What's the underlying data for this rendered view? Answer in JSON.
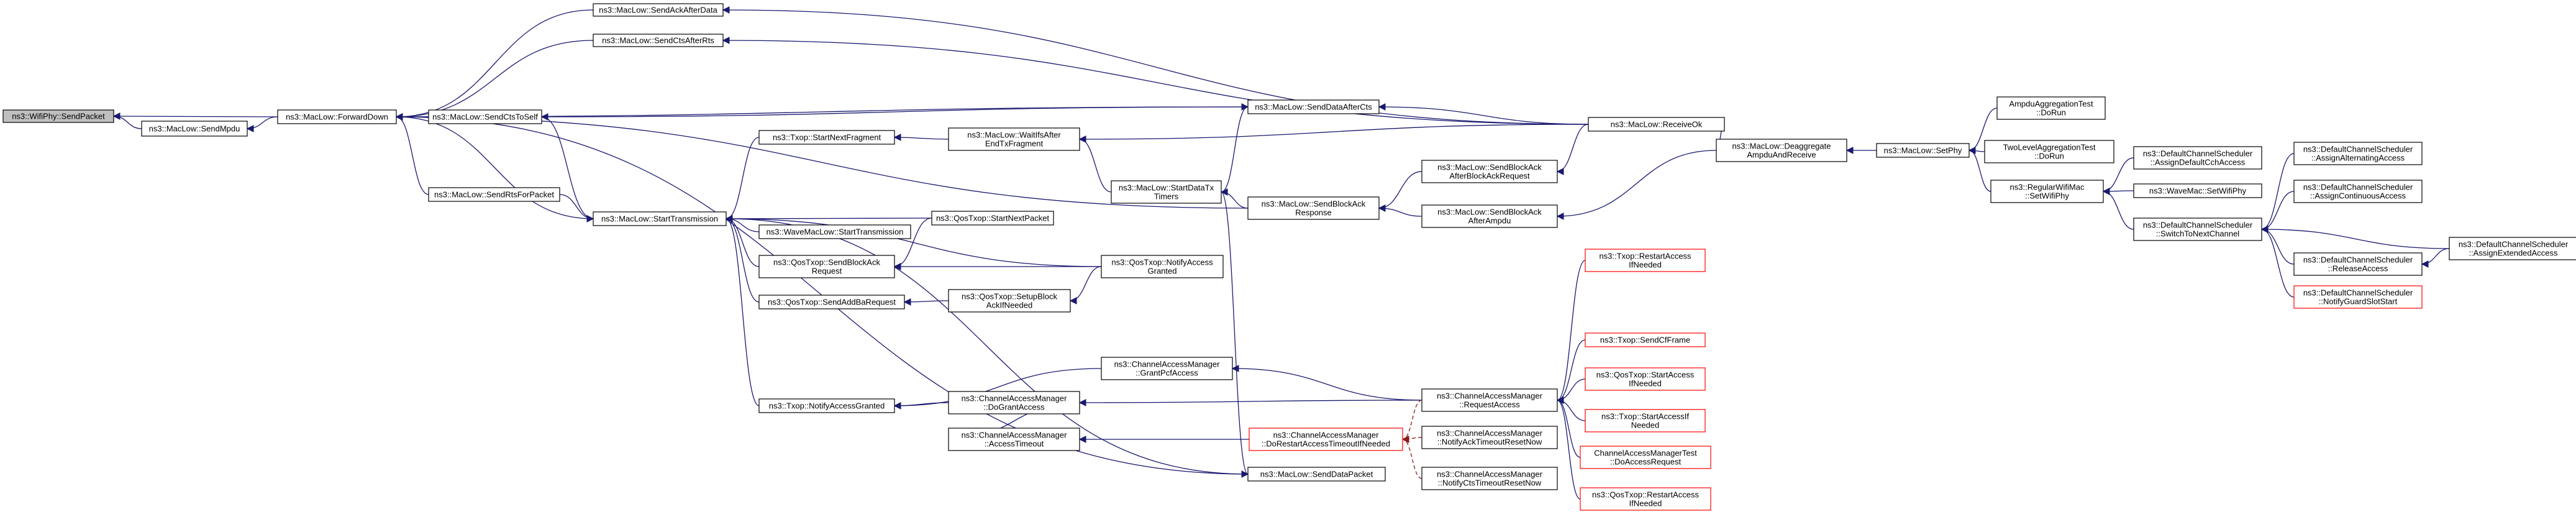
{
  "colors": {
    "edge": "#191970",
    "edge_dashed": "#8b1a1a",
    "node_border": "#000000",
    "truncated_border": "#ff0000",
    "root_fill": "#bfbfbf"
  },
  "nodes": [
    {
      "id": "n0",
      "lines": [
        "ns3::WifiPhy::SendPacket"
      ],
      "root": true
    },
    {
      "id": "n1",
      "lines": [
        "ns3::MacLow::SendMpdu"
      ]
    },
    {
      "id": "n2",
      "lines": [
        "ns3::MacLow::ForwardDown"
      ]
    },
    {
      "id": "n3",
      "lines": [
        "ns3::MacLow::SendAckAfterData"
      ]
    },
    {
      "id": "n4",
      "lines": [
        "ns3::MacLow::SendCtsAfterRts"
      ]
    },
    {
      "id": "n5",
      "lines": [
        "ns3::MacLow::SendCtsToSelf"
      ]
    },
    {
      "id": "n6",
      "lines": [
        "ns3::MacLow::SendRtsForPacket"
      ]
    },
    {
      "id": "n7",
      "lines": [
        "ns3::MacLow::StartTransmission"
      ]
    },
    {
      "id": "n8",
      "lines": [
        "ns3::Txop::StartNextFragment"
      ]
    },
    {
      "id": "n9",
      "lines": [
        "ns3::WaveMacLow::StartTransmission"
      ]
    },
    {
      "id": "n10",
      "lines": [
        "ns3::QosTxop::SendBlockAck",
        "Request"
      ]
    },
    {
      "id": "n11",
      "lines": [
        "ns3::QosTxop::SendAddBaRequest"
      ]
    },
    {
      "id": "n12",
      "lines": [
        "ns3::Txop::NotifyAccessGranted"
      ]
    },
    {
      "id": "n13",
      "lines": [
        "ns3::ChannelAccessManager",
        "::DoGrantAccess"
      ]
    },
    {
      "id": "n14",
      "lines": [
        "ns3::ChannelAccessManager",
        "::AccessTimeout"
      ]
    },
    {
      "id": "n15",
      "lines": [
        "ns3::MacLow::WaitIfsAfter",
        "EndTxFragment"
      ]
    },
    {
      "id": "n16",
      "lines": [
        "ns3::MacLow::StartDataTx",
        "Timers"
      ]
    },
    {
      "id": "n17",
      "lines": [
        "ns3::QosTxop::StartNextPacket"
      ]
    },
    {
      "id": "n18",
      "lines": [
        "ns3::QosTxop::NotifyAccess",
        "Granted"
      ]
    },
    {
      "id": "n19",
      "lines": [
        "ns3::QosTxop::SetupBlock",
        "AckIfNeeded"
      ]
    },
    {
      "id": "n20",
      "lines": [
        "ns3::ChannelAccessManager",
        "::GrantPcfAccess"
      ]
    },
    {
      "id": "n21",
      "lines": [
        "ns3::ChannelAccessManager",
        "::DoRestartAccessTimeoutIfNeeded"
      ],
      "truncated": true
    },
    {
      "id": "n22",
      "lines": [
        "ns3::MacLow::SendDataPacket"
      ]
    },
    {
      "id": "n23",
      "lines": [
        "ns3::MacLow::SendDataAfterCts"
      ]
    },
    {
      "id": "n24",
      "lines": [
        "ns3::MacLow::SendBlockAck",
        "Response"
      ]
    },
    {
      "id": "n25",
      "lines": [
        "ns3::MacLow::SendBlockAck",
        "AfterBlockAckRequest"
      ]
    },
    {
      "id": "n26",
      "lines": [
        "ns3::MacLow::SendBlockAck",
        "AfterAmpdu"
      ]
    },
    {
      "id": "n27",
      "lines": [
        "ns3::MacLow::ReceiveOk"
      ]
    },
    {
      "id": "n28",
      "lines": [
        "ns3::ChannelAccessManager",
        "::RequestAccess"
      ]
    },
    {
      "id": "n29",
      "lines": [
        "ns3::ChannelAccessManager",
        "::NotifyAckTimeoutResetNow"
      ]
    },
    {
      "id": "n30",
      "lines": [
        "ns3::ChannelAccessManager",
        "::NotifyCtsTimeoutResetNow"
      ]
    },
    {
      "id": "n31",
      "lines": [
        "ns3::Txop::RestartAccess",
        "IfNeeded"
      ],
      "truncated": true
    },
    {
      "id": "n32",
      "lines": [
        "ns3::Txop::SendCfFrame"
      ],
      "truncated": true
    },
    {
      "id": "n33",
      "lines": [
        "ns3::QosTxop::StartAccess",
        "IfNeeded"
      ],
      "truncated": true
    },
    {
      "id": "n34",
      "lines": [
        "ns3::Txop::StartAccessIf",
        "Needed"
      ],
      "truncated": true
    },
    {
      "id": "n35",
      "lines": [
        "ChannelAccessManagerTest",
        "::DoAccessRequest"
      ],
      "truncated": true
    },
    {
      "id": "n36",
      "lines": [
        "ns3::QosTxop::RestartAccess",
        "IfNeeded"
      ],
      "truncated": true
    },
    {
      "id": "n37",
      "lines": [
        "ns3::MacLow::Deaggregate",
        "AmpduAndReceive"
      ]
    },
    {
      "id": "n38",
      "lines": [
        "ns3::MacLow::SetPhy"
      ]
    },
    {
      "id": "n39",
      "lines": [
        "AmpduAggregationTest",
        "::DoRun"
      ]
    },
    {
      "id": "n40",
      "lines": [
        "TwoLevelAggregationTest",
        "::DoRun"
      ]
    },
    {
      "id": "n41",
      "lines": [
        "ns3::RegularWifiMac",
        "::SetWifiPhy"
      ]
    },
    {
      "id": "n42",
      "lines": [
        "ns3::DefaultChannelScheduler",
        "::AssignDefaultCchAccess"
      ]
    },
    {
      "id": "n43",
      "lines": [
        "ns3::WaveMac::SetWifiPhy"
      ]
    },
    {
      "id": "n44",
      "lines": [
        "ns3::DefaultChannelScheduler",
        "::SwitchToNextChannel"
      ]
    },
    {
      "id": "n45",
      "lines": [
        "ns3::DefaultChannelScheduler",
        "::AssignAlternatingAccess"
      ]
    },
    {
      "id": "n46",
      "lines": [
        "ns3::DefaultChannelScheduler",
        "::AssignContinuousAccess"
      ]
    },
    {
      "id": "n47",
      "lines": [
        "ns3::DefaultChannelScheduler",
        "::ReleaseAccess"
      ]
    },
    {
      "id": "n48",
      "lines": [
        "ns3::DefaultChannelScheduler",
        "::NotifyGuardSlotStart"
      ],
      "truncated": true
    },
    {
      "id": "n49",
      "lines": [
        "ns3::DefaultChannelScheduler",
        "::AssignExtendedAccess"
      ]
    }
  ],
  "edges": [
    {
      "from": "n1",
      "to": "n0"
    },
    {
      "from": "n2",
      "to": "n0"
    },
    {
      "from": "n2",
      "to": "n1"
    },
    {
      "from": "n3",
      "to": "n2"
    },
    {
      "from": "n4",
      "to": "n2"
    },
    {
      "from": "n5",
      "to": "n2"
    },
    {
      "from": "n6",
      "to": "n2"
    },
    {
      "from": "n7",
      "to": "n2"
    },
    {
      "from": "n22",
      "to": "n2"
    },
    {
      "from": "n23",
      "to": "n2"
    },
    {
      "from": "n24",
      "to": "n2"
    },
    {
      "from": "n27",
      "to": "n3"
    },
    {
      "from": "n27",
      "to": "n4"
    },
    {
      "from": "n23",
      "to": "n5"
    },
    {
      "from": "n5",
      "to": "n7"
    },
    {
      "from": "n6",
      "to": "n7"
    },
    {
      "from": "n8",
      "to": "n7"
    },
    {
      "from": "n9",
      "to": "n7"
    },
    {
      "from": "n10",
      "to": "n7"
    },
    {
      "from": "n11",
      "to": "n7"
    },
    {
      "from": "n12",
      "to": "n7"
    },
    {
      "from": "n17",
      "to": "n7"
    },
    {
      "from": "n18",
      "to": "n7"
    },
    {
      "from": "n22",
      "to": "n7"
    },
    {
      "from": "n15",
      "to": "n8"
    },
    {
      "from": "n27",
      "to": "n15"
    },
    {
      "from": "n16",
      "to": "n15"
    },
    {
      "from": "n17",
      "to": "n10"
    },
    {
      "from": "n18",
      "to": "n10"
    },
    {
      "from": "n19",
      "to": "n11"
    },
    {
      "from": "n18",
      "to": "n19"
    },
    {
      "from": "n20",
      "to": "n12"
    },
    {
      "from": "n13",
      "to": "n12"
    },
    {
      "from": "n28",
      "to": "n20"
    },
    {
      "from": "n28",
      "to": "n13"
    },
    {
      "from": "n14",
      "to": "n13"
    },
    {
      "from": "n21",
      "to": "n14"
    },
    {
      "from": "n29",
      "to": "n21",
      "red": true
    },
    {
      "from": "n30",
      "to": "n21",
      "red": true
    },
    {
      "from": "n28",
      "to": "n21",
      "red": true
    },
    {
      "from": "n16",
      "to": "n22"
    },
    {
      "from": "n16",
      "to": "n23"
    },
    {
      "from": "n24",
      "to": "n16"
    },
    {
      "from": "n27",
      "to": "n23"
    },
    {
      "from": "n25",
      "to": "n24"
    },
    {
      "from": "n26",
      "to": "n24"
    },
    {
      "from": "n27",
      "to": "n25"
    },
    {
      "from": "n37",
      "to": "n26"
    },
    {
      "from": "n37",
      "to": "n27"
    },
    {
      "from": "n31",
      "to": "n28"
    },
    {
      "from": "n32",
      "to": "n28"
    },
    {
      "from": "n33",
      "to": "n28"
    },
    {
      "from": "n34",
      "to": "n28"
    },
    {
      "from": "n35",
      "to": "n28"
    },
    {
      "from": "n36",
      "to": "n28"
    },
    {
      "from": "n38",
      "to": "n37"
    },
    {
      "from": "n39",
      "to": "n38"
    },
    {
      "from": "n40",
      "to": "n38"
    },
    {
      "from": "n41",
      "to": "n38"
    },
    {
      "from": "n42",
      "to": "n41"
    },
    {
      "from": "n43",
      "to": "n41"
    },
    {
      "from": "n44",
      "to": "n41"
    },
    {
      "from": "n45",
      "to": "n44"
    },
    {
      "from": "n46",
      "to": "n44"
    },
    {
      "from": "n47",
      "to": "n44"
    },
    {
      "from": "n48",
      "to": "n44"
    },
    {
      "from": "n49",
      "to": "n44"
    },
    {
      "from": "n49",
      "to": "n47"
    }
  ]
}
